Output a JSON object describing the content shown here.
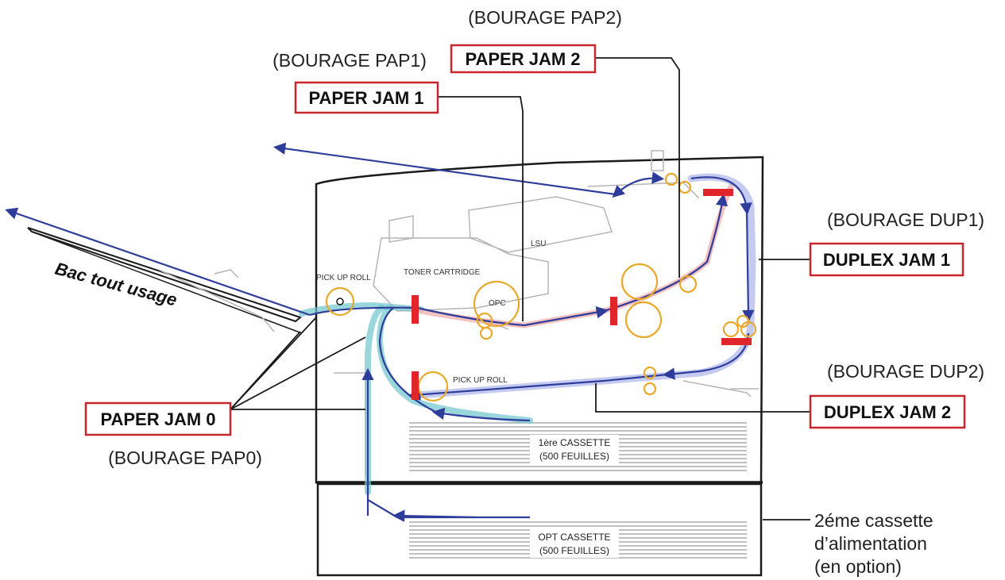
{
  "jams": {
    "jam0": {
      "label": "PAPER JAM 0",
      "fr": "(BOURAGE PAP0)"
    },
    "jam1": {
      "label": "PAPER JAM 1",
      "fr": "(BOURAGE PAP1)"
    },
    "jam2": {
      "label": "PAPER JAM 2",
      "fr": "(BOURAGE PAP2)"
    },
    "dup1": {
      "label": "DUPLEX JAM 1",
      "fr": "(BOURAGE DUP1)"
    },
    "dup2": {
      "label": "DUPLEX JAM 2",
      "fr": "(BOURAGE DUP2)"
    }
  },
  "components": {
    "pickup_roll_top": "PICK UP ROLL",
    "toner": "TONER CARTRIDGE",
    "opc": "OPC",
    "lsu": "LSU",
    "pickup_roll_bottom": "PICK UP ROLL"
  },
  "cassettes": {
    "first_line1": "1ère CASSETTE",
    "first_line2": "(500 FEUILLES)",
    "opt_line1": "OPT CASSETTE",
    "opt_line2": "(500 FEUILLES)"
  },
  "tray_label": "Bac tout usage",
  "option_label": {
    "line1": "2éme cassette",
    "line2": "d’alimentation",
    "line3": "(en option)"
  },
  "colors": {
    "box_border": "#c8252c",
    "jam_marker": "#e0262b",
    "paper_path": "#2f3d9a",
    "duplex_glow": "#9ea6e8",
    "feed_glow": "#6fc6cf",
    "fuser_glow": "#f2b3b3",
    "roller": "#e8a92c",
    "outline": "#1a1a1a"
  }
}
